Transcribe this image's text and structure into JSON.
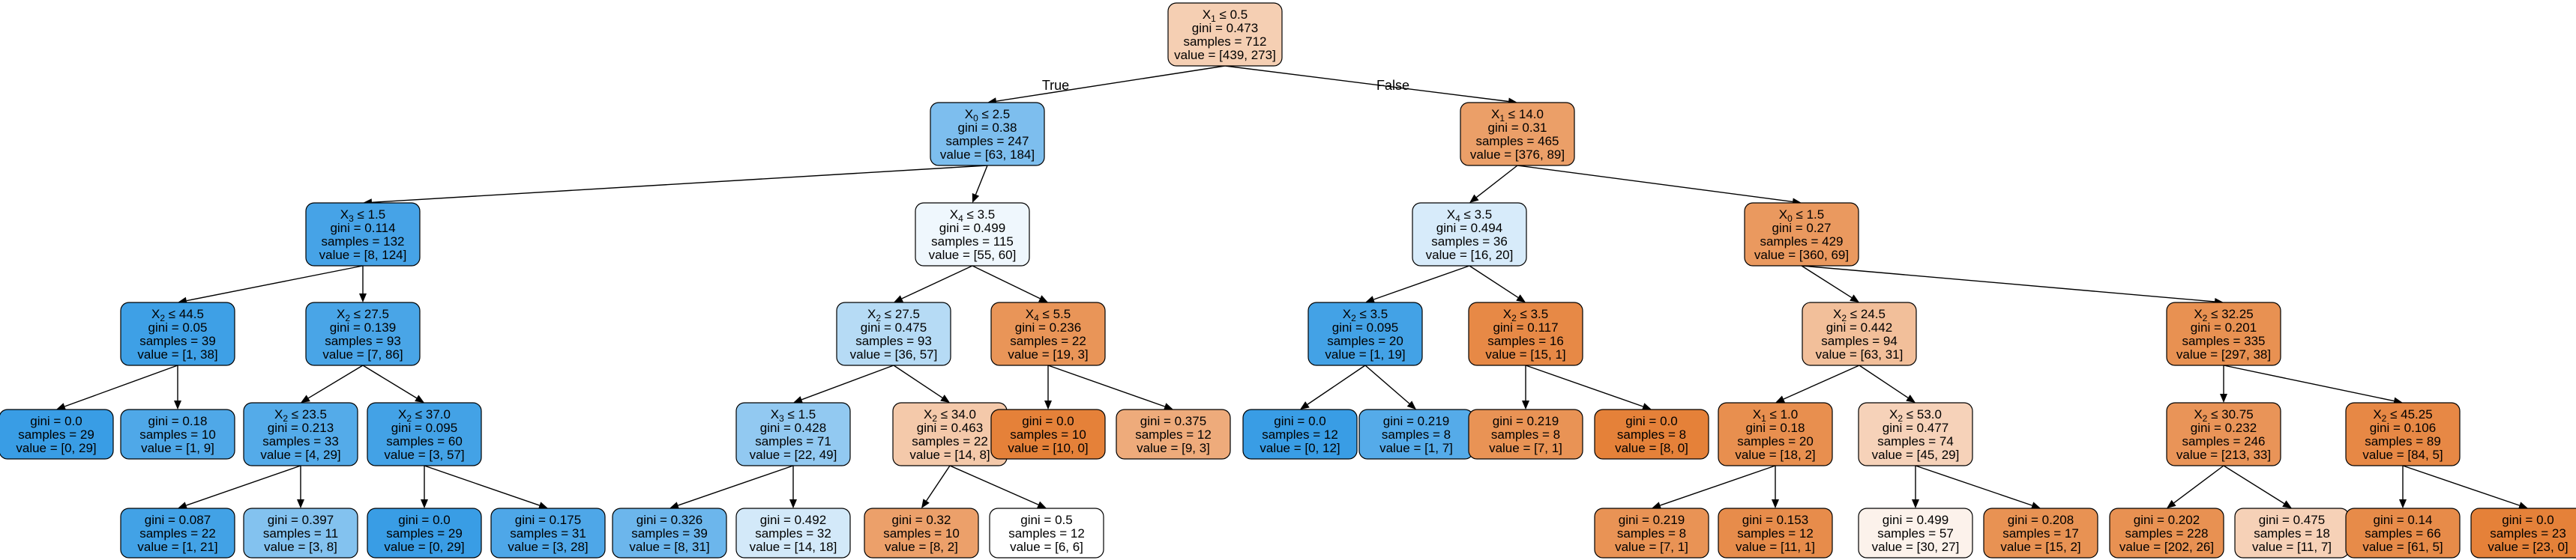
{
  "edge_labels": {
    "true_label": "True",
    "false_label": "False"
  },
  "colors": {
    "class0_base": "#e58139",
    "class1_base": "#399de5",
    "border": "#000000"
  },
  "tree": {
    "nodes": [
      {
        "id": "n0",
        "feature": "X",
        "sub": "1",
        "op": "≤",
        "thr": "0.5",
        "gini": "gini = 0.473",
        "samples": "samples = 712",
        "value": "value = [439, 273]",
        "fill": "#f5cfb3"
      },
      {
        "id": "n1",
        "feature": "X",
        "sub": "0",
        "op": "≤",
        "thr": "2.5",
        "gini": "gini = 0.38",
        "samples": "samples = 247",
        "value": "value = [63, 184]",
        "fill": "#7dbeee"
      },
      {
        "id": "n2",
        "feature": "X",
        "sub": "3",
        "op": "≤",
        "thr": "1.5",
        "gini": "gini = 0.114",
        "samples": "samples = 132",
        "value": "value = [8, 124]",
        "fill": "#46a3e7"
      },
      {
        "id": "n3",
        "feature": "X",
        "sub": "2",
        "op": "≤",
        "thr": "44.5",
        "gini": "gini = 0.05",
        "samples": "samples = 39",
        "value": "value = [1, 38]",
        "fill": "#3ea0e6"
      },
      {
        "id": "n4",
        "feature": "",
        "sub": "",
        "op": "",
        "thr": "",
        "gini": "gini = 0.0",
        "samples": "samples = 29",
        "value": "value = [0, 29]",
        "fill": "#399de5"
      },
      {
        "id": "n5",
        "feature": "",
        "sub": "",
        "op": "",
        "thr": "",
        "gini": "gini = 0.18",
        "samples": "samples = 10",
        "value": "value = [1, 9]",
        "fill": "#4fa8e8"
      },
      {
        "id": "n6",
        "feature": "X",
        "sub": "2",
        "op": "≤",
        "thr": "27.5",
        "gini": "gini = 0.139",
        "samples": "samples = 93",
        "value": "value = [7, 86]",
        "fill": "#49a5e7"
      },
      {
        "id": "n7",
        "feature": "X",
        "sub": "2",
        "op": "≤",
        "thr": "23.5",
        "gini": "gini = 0.213",
        "samples": "samples = 33",
        "value": "value = [4, 29]",
        "fill": "#54abe9"
      },
      {
        "id": "n8",
        "feature": "",
        "sub": "",
        "op": "",
        "thr": "",
        "gini": "gini = 0.087",
        "samples": "samples = 22",
        "value": "value = [1, 21]",
        "fill": "#42a2e6"
      },
      {
        "id": "n9",
        "feature": "",
        "sub": "",
        "op": "",
        "thr": "",
        "gini": "gini = 0.397",
        "samples": "samples = 11",
        "value": "value = [3, 8]",
        "fill": "#83c2ef"
      },
      {
        "id": "n10",
        "feature": "X",
        "sub": "2",
        "op": "≤",
        "thr": "37.0",
        "gini": "gini = 0.095",
        "samples": "samples = 60",
        "value": "value = [3, 57]",
        "fill": "#43a2e6"
      },
      {
        "id": "n11",
        "feature": "",
        "sub": "",
        "op": "",
        "thr": "",
        "gini": "gini = 0.0",
        "samples": "samples = 29",
        "value": "value = [0, 29]",
        "fill": "#399de5"
      },
      {
        "id": "n12",
        "feature": "",
        "sub": "",
        "op": "",
        "thr": "",
        "gini": "gini = 0.175",
        "samples": "samples = 31",
        "value": "value = [3, 28]",
        "fill": "#4ea7e8"
      },
      {
        "id": "n13",
        "feature": "X",
        "sub": "4",
        "op": "≤",
        "thr": "3.5",
        "gini": "gini = 0.499",
        "samples": "samples = 115",
        "value": "value = [55, 60]",
        "fill": "#eff7fd"
      },
      {
        "id": "n14",
        "feature": "X",
        "sub": "2",
        "op": "≤",
        "thr": "27.5",
        "gini": "gini = 0.475",
        "samples": "samples = 93",
        "value": "value = [36, 57]",
        "fill": "#b6dbf5"
      },
      {
        "id": "n15",
        "feature": "X",
        "sub": "3",
        "op": "≤",
        "thr": "1.5",
        "gini": "gini = 0.428",
        "samples": "samples = 71",
        "value": "value = [22, 49]",
        "fill": "#92c9f1"
      },
      {
        "id": "n16",
        "feature": "",
        "sub": "",
        "op": "",
        "thr": "",
        "gini": "gini = 0.326",
        "samples": "samples = 39",
        "value": "value = [8, 31]",
        "fill": "#6cb6ec"
      },
      {
        "id": "n17",
        "feature": "",
        "sub": "",
        "op": "",
        "thr": "",
        "gini": "gini = 0.492",
        "samples": "samples = 32",
        "value": "value = [14, 18]",
        "fill": "#d3e9f9"
      },
      {
        "id": "n18",
        "feature": "X",
        "sub": "2",
        "op": "≤",
        "thr": "34.0",
        "gini": "gini = 0.463",
        "samples": "samples = 22",
        "value": "value = [14, 8]",
        "fill": "#f4c9aa"
      },
      {
        "id": "n19",
        "feature": "",
        "sub": "",
        "op": "",
        "thr": "",
        "gini": "gini = 0.32",
        "samples": "samples = 10",
        "value": "value = [8, 2]",
        "fill": "#eca06a"
      },
      {
        "id": "n20",
        "feature": "",
        "sub": "",
        "op": "",
        "thr": "",
        "gini": "gini = 0.5",
        "samples": "samples = 12",
        "value": "value = [6, 6]",
        "fill": "#ffffff"
      },
      {
        "id": "n21",
        "feature": "X",
        "sub": "4",
        "op": "≤",
        "thr": "5.5",
        "gini": "gini = 0.236",
        "samples": "samples = 22",
        "value": "value = [19, 3]",
        "fill": "#e99558"
      },
      {
        "id": "n22",
        "feature": "",
        "sub": "",
        "op": "",
        "thr": "",
        "gini": "gini = 0.0",
        "samples": "samples = 10",
        "value": "value = [10, 0]",
        "fill": "#e58139"
      },
      {
        "id": "n23",
        "feature": "",
        "sub": "",
        "op": "",
        "thr": "",
        "gini": "gini = 0.375",
        "samples": "samples = 12",
        "value": "value = [9, 3]",
        "fill": "#eeab7b"
      },
      {
        "id": "n24",
        "feature": "X",
        "sub": "1",
        "op": "≤",
        "thr": "14.0",
        "gini": "gini = 0.31",
        "samples": "samples = 465",
        "value": "value = [376, 89]",
        "fill": "#eb9f68"
      },
      {
        "id": "n25",
        "feature": "X",
        "sub": "4",
        "op": "≤",
        "thr": "3.5",
        "gini": "gini = 0.494",
        "samples": "samples = 36",
        "value": "value = [16, 20]",
        "fill": "#d7ebfa"
      },
      {
        "id": "n26",
        "feature": "X",
        "sub": "2",
        "op": "≤",
        "thr": "3.5",
        "gini": "gini = 0.095",
        "samples": "samples = 20",
        "value": "value = [1, 19]",
        "fill": "#43a2e6"
      },
      {
        "id": "n27",
        "feature": "",
        "sub": "",
        "op": "",
        "thr": "",
        "gini": "gini = 0.0",
        "samples": "samples = 12",
        "value": "value = [0, 12]",
        "fill": "#399de5"
      },
      {
        "id": "n28",
        "feature": "",
        "sub": "",
        "op": "",
        "thr": "",
        "gini": "gini = 0.219",
        "samples": "samples = 8",
        "value": "value = [1, 7]",
        "fill": "#55abe9"
      },
      {
        "id": "n29",
        "feature": "X",
        "sub": "2",
        "op": "≤",
        "thr": "3.5",
        "gini": "gini = 0.117",
        "samples": "samples = 16",
        "value": "value = [15, 1]",
        "fill": "#e78946"
      },
      {
        "id": "n30",
        "feature": "",
        "sub": "",
        "op": "",
        "thr": "",
        "gini": "gini = 0.219",
        "samples": "samples = 8",
        "value": "value = [7, 1]",
        "fill": "#e99355"
      },
      {
        "id": "n31",
        "feature": "",
        "sub": "",
        "op": "",
        "thr": "",
        "gini": "gini = 0.0",
        "samples": "samples = 8",
        "value": "value = [8, 0]",
        "fill": "#e58139"
      },
      {
        "id": "n32",
        "feature": "X",
        "sub": "0",
        "op": "≤",
        "thr": "1.5",
        "gini": "gini = 0.27",
        "samples": "samples = 429",
        "value": "value = [360, 69]",
        "fill": "#ea995f"
      },
      {
        "id": "n33",
        "feature": "X",
        "sub": "2",
        "op": "≤",
        "thr": "24.5",
        "gini": "gini = 0.442",
        "samples": "samples = 94",
        "value": "value = [63, 31]",
        "fill": "#f2bf9a"
      },
      {
        "id": "n34",
        "feature": "X",
        "sub": "1",
        "op": "≤",
        "thr": "1.0",
        "gini": "gini = 0.18",
        "samples": "samples = 20",
        "value": "value = [18, 2]",
        "fill": "#e88f4f"
      },
      {
        "id": "n35",
        "feature": "",
        "sub": "",
        "op": "",
        "thr": "",
        "gini": "gini = 0.219",
        "samples": "samples = 8",
        "value": "value = [7, 1]",
        "fill": "#e99355"
      },
      {
        "id": "n36",
        "feature": "",
        "sub": "",
        "op": "",
        "thr": "",
        "gini": "gini = 0.153",
        "samples": "samples = 12",
        "value": "value = [11, 1]",
        "fill": "#e78c4b"
      },
      {
        "id": "n37",
        "feature": "X",
        "sub": "2",
        "op": "≤",
        "thr": "53.0",
        "gini": "gini = 0.477",
        "samples": "samples = 74",
        "value": "value = [45, 29]",
        "fill": "#f6d2b9"
      },
      {
        "id": "n38",
        "feature": "",
        "sub": "",
        "op": "",
        "thr": "",
        "gini": "gini = 0.499",
        "samples": "samples = 57",
        "value": "value = [30, 27]",
        "fill": "#fcf2eb"
      },
      {
        "id": "n39",
        "feature": "",
        "sub": "",
        "op": "",
        "thr": "",
        "gini": "gini = 0.208",
        "samples": "samples = 17",
        "value": "value = [15, 2]",
        "fill": "#e89253"
      },
      {
        "id": "n40",
        "feature": "X",
        "sub": "2",
        "op": "≤",
        "thr": "32.25",
        "gini": "gini = 0.201",
        "samples": "samples = 335",
        "value": "value = [297, 38]",
        "fill": "#e89152"
      },
      {
        "id": "n41",
        "feature": "X",
        "sub": "2",
        "op": "≤",
        "thr": "30.75",
        "gini": "gini = 0.232",
        "samples": "samples = 246",
        "value": "value = [213, 33]",
        "fill": "#e99458"
      },
      {
        "id": "n42",
        "feature": "",
        "sub": "",
        "op": "",
        "thr": "",
        "gini": "gini = 0.202",
        "samples": "samples = 228",
        "value": "value = [202, 26]",
        "fill": "#e89152"
      },
      {
        "id": "n43",
        "feature": "",
        "sub": "",
        "op": "",
        "thr": "",
        "gini": "gini = 0.475",
        "samples": "samples = 18",
        "value": "value = [11, 7]",
        "fill": "#f6d1b7"
      },
      {
        "id": "n44",
        "feature": "X",
        "sub": "2",
        "op": "≤",
        "thr": "45.25",
        "gini": "gini = 0.106",
        "samples": "samples = 89",
        "value": "value = [84, 5]",
        "fill": "#e78845"
      },
      {
        "id": "n45",
        "feature": "",
        "sub": "",
        "op": "",
        "thr": "",
        "gini": "gini = 0.14",
        "samples": "samples = 66",
        "value": "value = [61, 5]",
        "fill": "#e78b49"
      },
      {
        "id": "n46",
        "feature": "",
        "sub": "",
        "op": "",
        "thr": "",
        "gini": "gini = 0.0",
        "samples": "samples = 23",
        "value": "value = [23, 0]",
        "fill": "#e58139"
      }
    ],
    "edges": [
      [
        "n0",
        "n1"
      ],
      [
        "n0",
        "n24"
      ],
      [
        "n1",
        "n2"
      ],
      [
        "n1",
        "n13"
      ],
      [
        "n2",
        "n3"
      ],
      [
        "n2",
        "n6"
      ],
      [
        "n3",
        "n4"
      ],
      [
        "n3",
        "n5"
      ],
      [
        "n6",
        "n7"
      ],
      [
        "n6",
        "n10"
      ],
      [
        "n7",
        "n8"
      ],
      [
        "n7",
        "n9"
      ],
      [
        "n10",
        "n11"
      ],
      [
        "n10",
        "n12"
      ],
      [
        "n13",
        "n14"
      ],
      [
        "n13",
        "n21"
      ],
      [
        "n14",
        "n15"
      ],
      [
        "n14",
        "n18"
      ],
      [
        "n15",
        "n16"
      ],
      [
        "n15",
        "n17"
      ],
      [
        "n18",
        "n19"
      ],
      [
        "n18",
        "n20"
      ],
      [
        "n21",
        "n22"
      ],
      [
        "n21",
        "n23"
      ],
      [
        "n24",
        "n25"
      ],
      [
        "n24",
        "n32"
      ],
      [
        "n25",
        "n26"
      ],
      [
        "n25",
        "n29"
      ],
      [
        "n26",
        "n27"
      ],
      [
        "n26",
        "n28"
      ],
      [
        "n29",
        "n30"
      ],
      [
        "n29",
        "n31"
      ],
      [
        "n32",
        "n33"
      ],
      [
        "n32",
        "n40"
      ],
      [
        "n33",
        "n34"
      ],
      [
        "n33",
        "n37"
      ],
      [
        "n34",
        "n35"
      ],
      [
        "n34",
        "n36"
      ],
      [
        "n37",
        "n38"
      ],
      [
        "n37",
        "n39"
      ],
      [
        "n40",
        "n41"
      ],
      [
        "n40",
        "n44"
      ],
      [
        "n41",
        "n42"
      ],
      [
        "n41",
        "n43"
      ],
      [
        "n44",
        "n45"
      ],
      [
        "n44",
        "n46"
      ]
    ]
  }
}
